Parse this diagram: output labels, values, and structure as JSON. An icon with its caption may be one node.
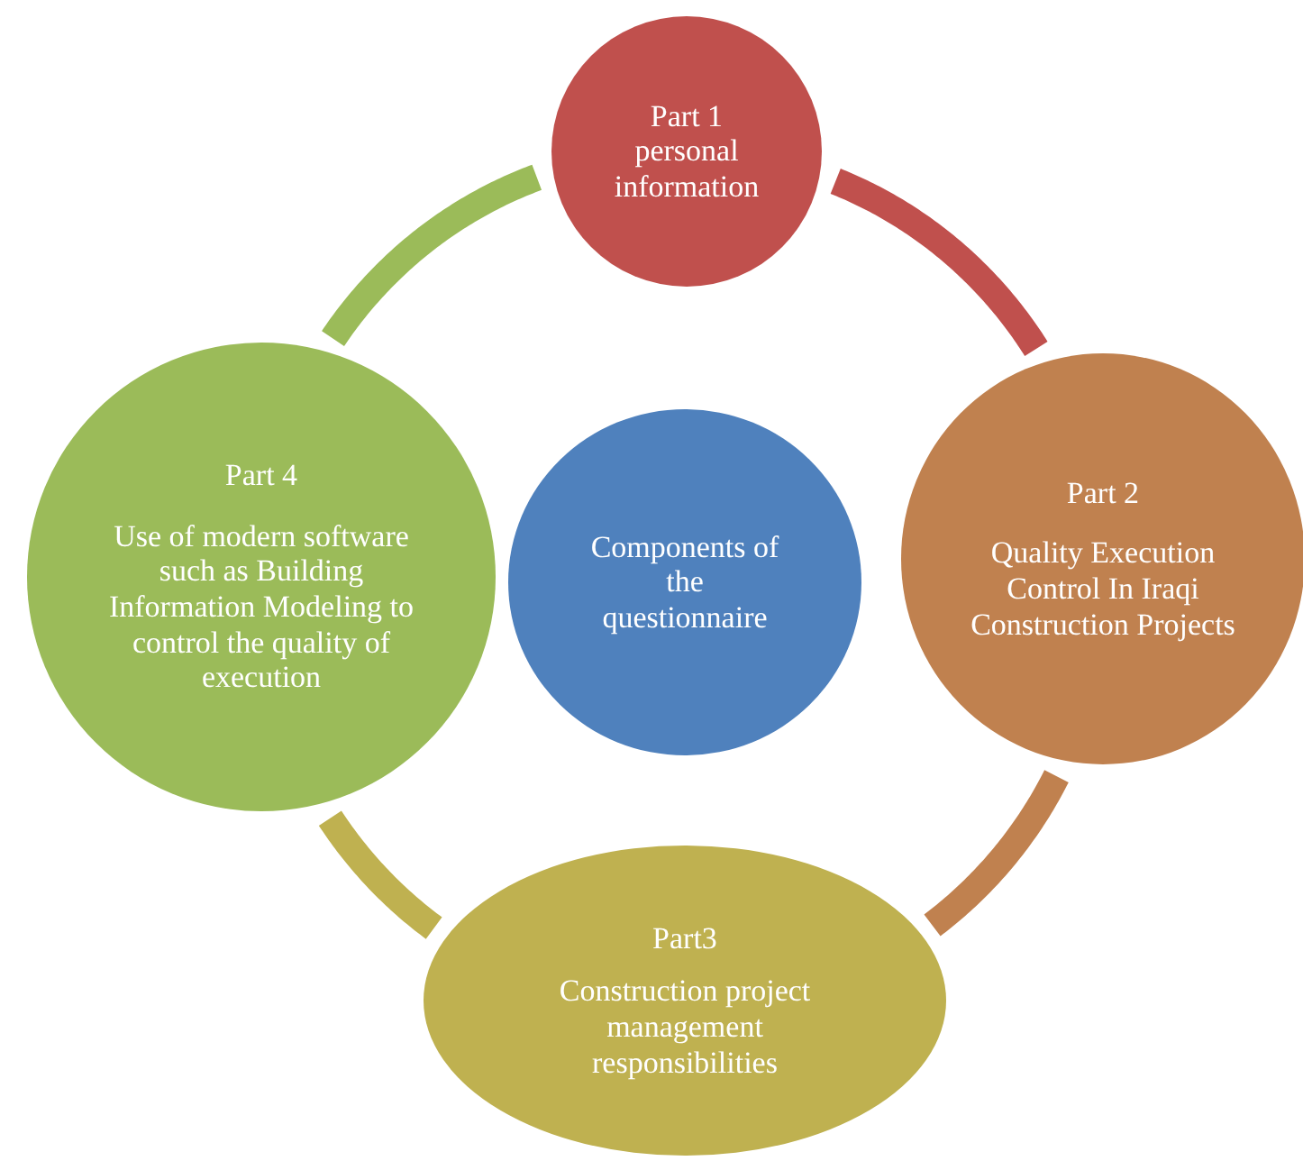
{
  "diagram": {
    "nodes": [
      {
        "text": [
          "Part 1",
          "personal information"
        ]
      },
      {
        "text": [
          "Part 4",
          "Use of modern software such as Building Information Modeling to control the quality of execution"
        ]
      },
      {
        "text": [
          "Components of the questionnaire"
        ]
      },
      {
        "text": [
          "Part 2",
          "Quality Execution Control In Iraqi Construction Projects"
        ]
      },
      {
        "text": [
          "Part3",
          "Construction project management responsibilities"
        ]
      }
    ],
    "edges": [
      {
        "from": 0,
        "to": 3,
        "arrow": "none",
        "color": "#c0504d"
      },
      {
        "from": 3,
        "to": 4,
        "arrow": "none",
        "color": "#c0814f"
      },
      {
        "from": 4,
        "to": 1,
        "arrow": "none",
        "color": "#bfb150"
      },
      {
        "from": 1,
        "to": 0,
        "arrow": "none",
        "color": "#9bbb59"
      }
    ]
  }
}
